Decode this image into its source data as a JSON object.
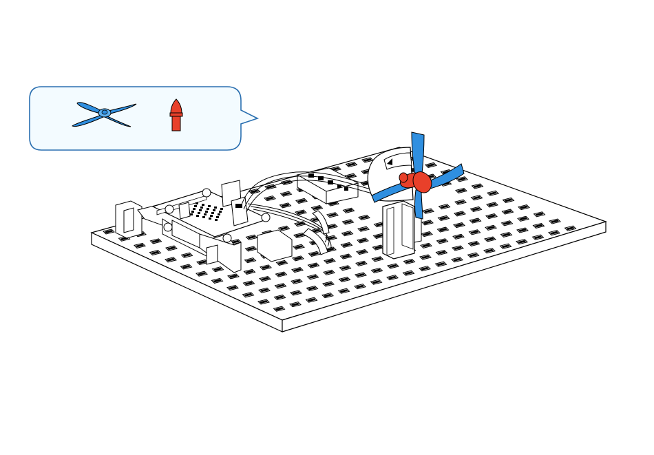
{
  "callout": {
    "parts": [
      {
        "icon": "propeller-icon",
        "color": "#2f8fe0"
      },
      {
        "icon": "red-cone-cap-icon",
        "color": "#e8402a"
      }
    ],
    "border_color": "#2a6fb0",
    "fill_color": "#f3fbff"
  },
  "assembly": {
    "components": [
      "baseplate",
      "controller-board",
      "motor-mount",
      "fan-propeller",
      "red-cone-cap",
      "sensor-module",
      "cables"
    ],
    "propeller_color": "#2f8fe0",
    "cap_color": "#e8402a"
  }
}
